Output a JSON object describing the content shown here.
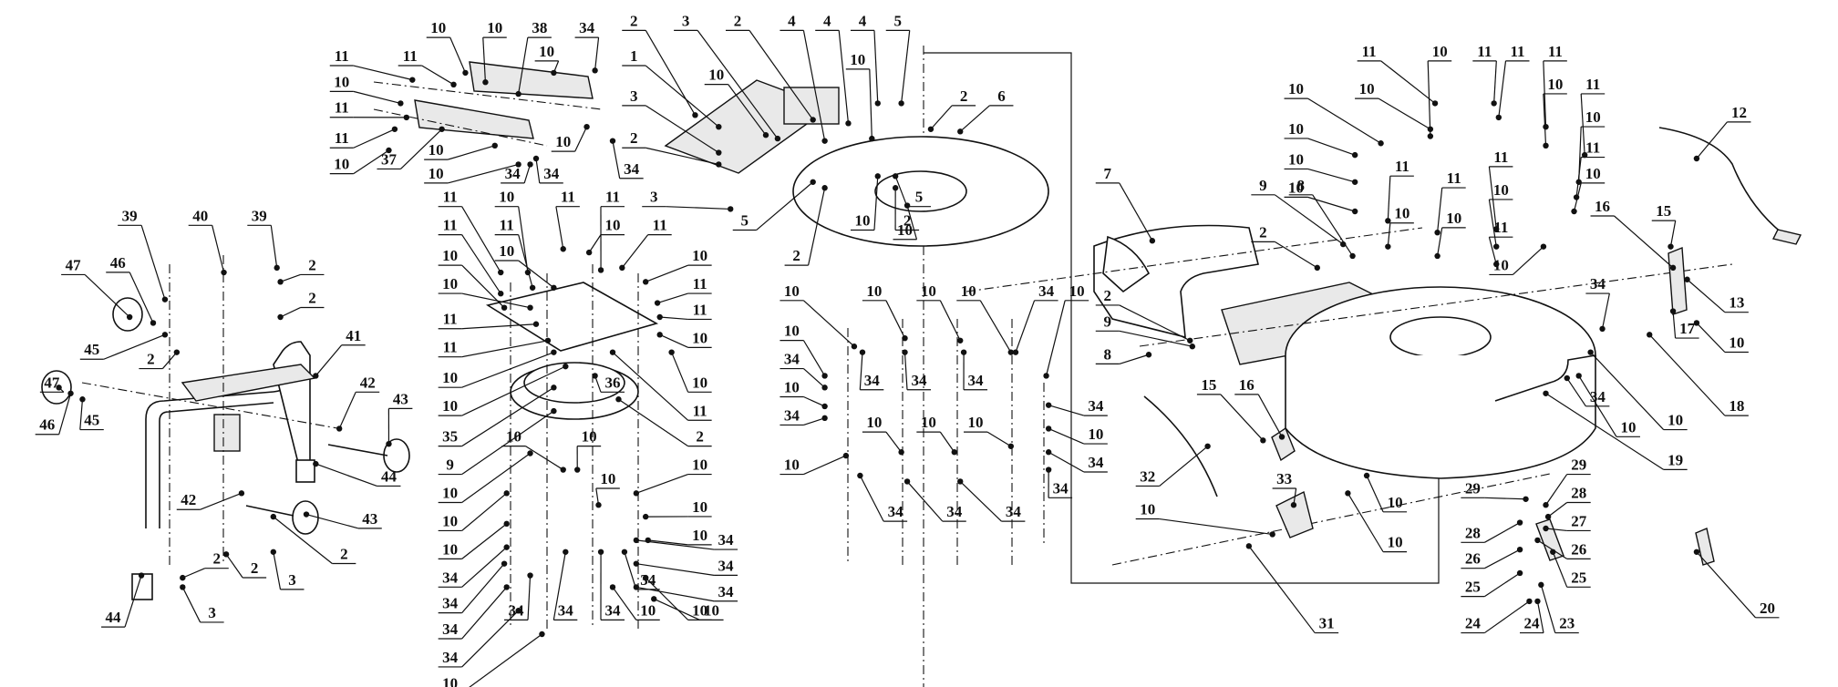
{
  "diagram": {
    "parts": {
      "p1": "1",
      "p2": "2",
      "p3": "3",
      "p4": "4",
      "p5": "5",
      "p6": "6",
      "p7": "7",
      "p8": "8",
      "p9": "9",
      "p10": "10",
      "p11": "11",
      "p12": "12",
      "p13": "13",
      "p15": "15",
      "p16": "16",
      "p17": "17",
      "p18": "18",
      "p19": "19",
      "p20": "20",
      "p23": "23",
      "p24": "24",
      "p25": "25",
      "p26": "26",
      "p27": "27",
      "p28": "28",
      "p29": "29",
      "p31": "31",
      "p32": "32",
      "p33": "33",
      "p34": "34",
      "p35": "35",
      "p36": "36",
      "p37": "37",
      "p38": "38",
      "p39": "39",
      "p40": "40",
      "p41": "41",
      "p42": "42",
      "p43": "43",
      "p44": "44",
      "p45": "45",
      "p46": "46",
      "p47": "47"
    },
    "callouts": [
      [
        "p10",
        372,
        28,
        395,
        62
      ],
      [
        "p10",
        420,
        28,
        412,
        70
      ],
      [
        "p38",
        458,
        28,
        440,
        80
      ],
      [
        "p34",
        498,
        28,
        505,
        60
      ],
      [
        "p10",
        464,
        48,
        470,
        62
      ],
      [
        "p11",
        290,
        52,
        350,
        68
      ],
      [
        "p11",
        348,
        52,
        385,
        72
      ],
      [
        "p10",
        290,
        74,
        340,
        88
      ],
      [
        "p11",
        290,
        96,
        345,
        100
      ],
      [
        "p11",
        290,
        122,
        335,
        110
      ],
      [
        "p10",
        290,
        144,
        330,
        128
      ],
      [
        "p37",
        330,
        140,
        375,
        110
      ],
      [
        "p10",
        370,
        132,
        420,
        124
      ],
      [
        "p10",
        370,
        152,
        440,
        140
      ],
      [
        "p34",
        435,
        152,
        450,
        140
      ],
      [
        "p34",
        468,
        152,
        455,
        135
      ],
      [
        "p10",
        478,
        125,
        498,
        108
      ],
      [
        "p34",
        536,
        148,
        520,
        120
      ],
      [
        "p2",
        538,
        22,
        590,
        98
      ],
      [
        "p3",
        582,
        22,
        660,
        118
      ],
      [
        "p2",
        626,
        22,
        690,
        102
      ],
      [
        "p4",
        672,
        22,
        700,
        120
      ],
      [
        "p4",
        702,
        22,
        720,
        105
      ],
      [
        "p4",
        732,
        22,
        745,
        88
      ],
      [
        "p5",
        762,
        22,
        765,
        88
      ],
      [
        "p1",
        538,
        52,
        610,
        108
      ],
      [
        "p10",
        608,
        68,
        650,
        115
      ],
      [
        "p10",
        728,
        55,
        740,
        118
      ],
      [
        "p3",
        538,
        86,
        610,
        130
      ],
      [
        "p2",
        538,
        122,
        610,
        140
      ],
      [
        "p2",
        818,
        86,
        790,
        110
      ],
      [
        "p6",
        850,
        86,
        815,
        112
      ],
      [
        "p3",
        555,
        172,
        620,
        178
      ],
      [
        "p5",
        632,
        192,
        690,
        155
      ],
      [
        "p2",
        676,
        222,
        700,
        160
      ],
      [
        "p10",
        732,
        192,
        745,
        150
      ],
      [
        "p2",
        770,
        192,
        760,
        160
      ],
      [
        "p5",
        780,
        172,
        760,
        150
      ],
      [
        "p10",
        768,
        200,
        770,
        175
      ],
      [
        "p11",
        382,
        172,
        425,
        232
      ],
      [
        "p11",
        382,
        196,
        425,
        250
      ],
      [
        "p10",
        382,
        222,
        428,
        262
      ],
      [
        "p10",
        382,
        246,
        450,
        262
      ],
      [
        "p11",
        382,
        276,
        455,
        276
      ],
      [
        "p11",
        382,
        300,
        465,
        290
      ],
      [
        "p10",
        382,
        326,
        470,
        300
      ],
      [
        "p10",
        382,
        350,
        480,
        312
      ],
      [
        "p35",
        382,
        376,
        470,
        330
      ],
      [
        "p9",
        382,
        400,
        470,
        350
      ],
      [
        "p10",
        382,
        424,
        450,
        386
      ],
      [
        "p10",
        382,
        448,
        430,
        420
      ],
      [
        "p10",
        382,
        472,
        430,
        446
      ],
      [
        "p34",
        382,
        496,
        430,
        466
      ],
      [
        "p34",
        382,
        518,
        428,
        480
      ],
      [
        "p34",
        382,
        540,
        430,
        500
      ],
      [
        "p34",
        382,
        564,
        440,
        520
      ],
      [
        "p10",
        382,
        586,
        460,
        540
      ],
      [
        "p10",
        430,
        172,
        448,
        232
      ],
      [
        "p11",
        430,
        196,
        452,
        245
      ],
      [
        "p10",
        430,
        218,
        470,
        245
      ],
      [
        "p11",
        482,
        172,
        478,
        212
      ],
      [
        "p11",
        520,
        172,
        510,
        230
      ],
      [
        "p10",
        520,
        196,
        500,
        215
      ],
      [
        "p11",
        560,
        196,
        528,
        228
      ],
      [
        "p10",
        594,
        222,
        548,
        240
      ],
      [
        "p11",
        594,
        246,
        558,
        258
      ],
      [
        "p11",
        594,
        268,
        560,
        270
      ],
      [
        "p10",
        594,
        292,
        560,
        285
      ],
      [
        "p10",
        594,
        330,
        570,
        300
      ],
      [
        "p11",
        594,
        354,
        520,
        300
      ],
      [
        "p36",
        520,
        330,
        505,
        320
      ],
      [
        "p2",
        594,
        376,
        525,
        340
      ],
      [
        "p10",
        436,
        376,
        478,
        400
      ],
      [
        "p10",
        500,
        376,
        490,
        400
      ],
      [
        "p10",
        516,
        412,
        508,
        430
      ],
      [
        "p10",
        594,
        400,
        540,
        420
      ],
      [
        "p10",
        594,
        436,
        548,
        440
      ],
      [
        "p10",
        594,
        460,
        550,
        460
      ],
      [
        "p34",
        616,
        464,
        540,
        460
      ],
      [
        "p34",
        616,
        486,
        540,
        480
      ],
      [
        "p34",
        616,
        508,
        540,
        500
      ],
      [
        "p34",
        550,
        498,
        530,
        470
      ],
      [
        "p10",
        594,
        524,
        548,
        492
      ],
      [
        "p10",
        550,
        524,
        520,
        500
      ],
      [
        "p34",
        438,
        524,
        450,
        490
      ],
      [
        "p34",
        480,
        524,
        480,
        470
      ],
      [
        "p34",
        520,
        524,
        510,
        470
      ],
      [
        "p10",
        604,
        524,
        555,
        510
      ],
      [
        "p10",
        672,
        252,
        725,
        295
      ],
      [
        "p10",
        742,
        252,
        768,
        288
      ],
      [
        "p10",
        788,
        252,
        815,
        290
      ],
      [
        "p10",
        822,
        252,
        858,
        300
      ],
      [
        "p34",
        888,
        252,
        862,
        300
      ],
      [
        "p10",
        914,
        252,
        888,
        320
      ],
      [
        "p10",
        672,
        286,
        700,
        320
      ],
      [
        "p34",
        672,
        310,
        700,
        330
      ],
      [
        "p10",
        672,
        334,
        700,
        346
      ],
      [
        "p34",
        672,
        358,
        700,
        356
      ],
      [
        "p10",
        672,
        400,
        718,
        388
      ],
      [
        "p34",
        740,
        328,
        732,
        300
      ],
      [
        "p34",
        780,
        328,
        768,
        300
      ],
      [
        "p34",
        828,
        328,
        818,
        300
      ],
      [
        "p34",
        930,
        350,
        890,
        345
      ],
      [
        "p10",
        930,
        374,
        890,
        365
      ],
      [
        "p34",
        930,
        398,
        890,
        385
      ],
      [
        "p34",
        900,
        420,
        890,
        400
      ],
      [
        "p10",
        742,
        364,
        765,
        385
      ],
      [
        "p10",
        788,
        364,
        810,
        385
      ],
      [
        "p10",
        828,
        364,
        858,
        380
      ],
      [
        "p34",
        760,
        440,
        730,
        405
      ],
      [
        "p34",
        810,
        440,
        770,
        410
      ],
      [
        "p34",
        860,
        440,
        815,
        410
      ],
      [
        "p7",
        940,
        152,
        978,
        205
      ],
      [
        "p9",
        1072,
        162,
        1140,
        208
      ],
      [
        "p8",
        1104,
        162,
        1148,
        218
      ],
      [
        "p2",
        1072,
        202,
        1118,
        228
      ],
      [
        "p2",
        940,
        256,
        1010,
        290
      ],
      [
        "p9",
        940,
        278,
        1012,
        295
      ],
      [
        "p8",
        940,
        306,
        975,
        302
      ],
      [
        "p10",
        1100,
        80,
        1172,
        122
      ],
      [
        "p10",
        1160,
        80,
        1214,
        110
      ],
      [
        "p10",
        1100,
        114,
        1150,
        132
      ],
      [
        "p10",
        1100,
        140,
        1150,
        155
      ],
      [
        "p10",
        1100,
        164,
        1150,
        180
      ],
      [
        "p11",
        1162,
        48,
        1218,
        88
      ],
      [
        "p10",
        1222,
        48,
        1214,
        116
      ],
      [
        "p11",
        1260,
        48,
        1268,
        88
      ],
      [
        "p11",
        1288,
        48,
        1272,
        100
      ],
      [
        "p11",
        1320,
        48,
        1312,
        108
      ],
      [
        "p10",
        1320,
        76,
        1312,
        124
      ],
      [
        "p11",
        1352,
        76,
        1345,
        132
      ],
      [
        "p10",
        1352,
        104,
        1340,
        155
      ],
      [
        "p11",
        1352,
        130,
        1338,
        168
      ],
      [
        "p10",
        1352,
        152,
        1336,
        180
      ],
      [
        "p11",
        1190,
        146,
        1178,
        188
      ],
      [
        "p10",
        1190,
        186,
        1178,
        210
      ],
      [
        "p11",
        1234,
        156,
        1220,
        198
      ],
      [
        "p10",
        1234,
        190,
        1220,
        218
      ],
      [
        "p11",
        1274,
        138,
        1270,
        195
      ],
      [
        "p10",
        1274,
        166,
        1270,
        210
      ],
      [
        "p11",
        1274,
        198,
        1270,
        225
      ],
      [
        "p10",
        1274,
        230,
        1310,
        210
      ],
      [
        "p12",
        1476,
        100,
        1440,
        135
      ],
      [
        "p16",
        1360,
        180,
        1420,
        228
      ],
      [
        "p15",
        1412,
        184,
        1418,
        210
      ],
      [
        "p13",
        1474,
        262,
        1432,
        238
      ],
      [
        "p10",
        1474,
        296,
        1440,
        275
      ],
      [
        "p17",
        1432,
        284,
        1420,
        265
      ],
      [
        "p18",
        1474,
        350,
        1400,
        285
      ],
      [
        "p34",
        1356,
        246,
        1360,
        280
      ],
      [
        "p34",
        1356,
        342,
        1330,
        322
      ],
      [
        "p10",
        1382,
        368,
        1340,
        320
      ],
      [
        "p10",
        1422,
        362,
        1350,
        300
      ],
      [
        "p19",
        1422,
        396,
        1312,
        335
      ],
      [
        "p15",
        1026,
        332,
        1072,
        375
      ],
      [
        "p16",
        1058,
        332,
        1088,
        372
      ],
      [
        "p32",
        974,
        410,
        1025,
        380
      ],
      [
        "p33",
        1090,
        412,
        1098,
        430
      ],
      [
        "p10",
        974,
        438,
        1080,
        455
      ],
      [
        "p10",
        1184,
        432,
        1160,
        405
      ],
      [
        "p10",
        1184,
        466,
        1144,
        420
      ],
      [
        "p31",
        1126,
        535,
        1060,
        465
      ],
      [
        "p29",
        1250,
        420,
        1295,
        425
      ],
      [
        "p29",
        1340,
        400,
        1312,
        430
      ],
      [
        "p28",
        1340,
        424,
        1314,
        440
      ],
      [
        "p27",
        1340,
        448,
        1312,
        450
      ],
      [
        "p28",
        1250,
        458,
        1290,
        445
      ],
      [
        "p26",
        1340,
        472,
        1305,
        460
      ],
      [
        "p26",
        1250,
        480,
        1290,
        468
      ],
      [
        "p25",
        1340,
        496,
        1318,
        470
      ],
      [
        "p25",
        1250,
        504,
        1290,
        488
      ],
      [
        "p23",
        1330,
        535,
        1308,
        498
      ],
      [
        "p24",
        1250,
        535,
        1298,
        512
      ],
      [
        "p24",
        1300,
        535,
        1305,
        512
      ],
      [
        "p20",
        1500,
        522,
        1440,
        470
      ],
      [
        "p39",
        110,
        188,
        140,
        255
      ],
      [
        "p40",
        170,
        188,
        190,
        232
      ],
      [
        "p39",
        220,
        188,
        235,
        228
      ],
      [
        "p2",
        265,
        230,
        238,
        240
      ],
      [
        "p2",
        265,
        258,
        238,
        270
      ],
      [
        "p47",
        62,
        230,
        110,
        270
      ],
      [
        "p46",
        100,
        228,
        130,
        275
      ],
      [
        "p45",
        78,
        302,
        140,
        285
      ],
      [
        "p2",
        128,
        310,
        150,
        300
      ],
      [
        "p41",
        300,
        290,
        268,
        320
      ],
      [
        "p47",
        44,
        330,
        50,
        330
      ],
      [
        "p46",
        40,
        366,
        60,
        335
      ],
      [
        "p45",
        78,
        362,
        70,
        340
      ],
      [
        "p42",
        312,
        330,
        288,
        365
      ],
      [
        "p43",
        340,
        344,
        330,
        378
      ],
      [
        "p44",
        330,
        410,
        268,
        395
      ],
      [
        "p42",
        160,
        430,
        205,
        420
      ],
      [
        "p43",
        314,
        446,
        260,
        438
      ],
      [
        "p2",
        292,
        476,
        232,
        440
      ],
      [
        "p2",
        216,
        488,
        192,
        472
      ],
      [
        "p3",
        248,
        498,
        232,
        470
      ],
      [
        "p3",
        180,
        526,
        155,
        500
      ],
      [
        "p2",
        184,
        480,
        155,
        492
      ],
      [
        "p44",
        96,
        530,
        120,
        490
      ]
    ]
  }
}
